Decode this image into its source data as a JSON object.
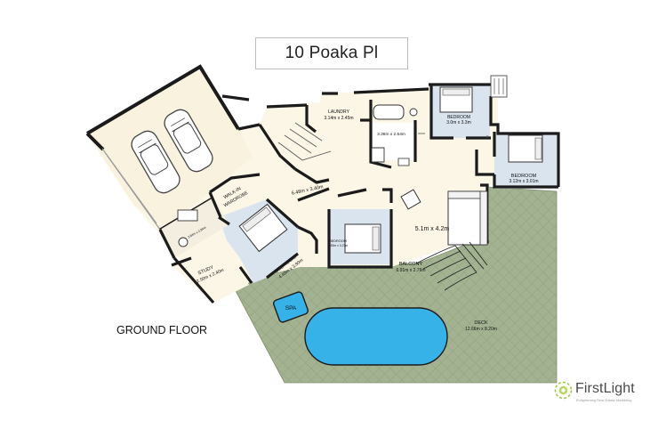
{
  "title": "10 Poaka Pl",
  "floor_label": "GROUND FLOOR",
  "rooms": {
    "laundry": {
      "name": "LAUNDRY",
      "size": "3.14m x 2.45m"
    },
    "bathroom": {
      "size": "3.36m x 2.54m"
    },
    "bedroom_top": {
      "name": "BEDROOM",
      "size": "3.0m x 3.3m"
    },
    "bedroom_right": {
      "name": "BEDROOM",
      "size": "3.12m x 3.01m"
    },
    "hall": {
      "size": "6.48m x 3.40m"
    },
    "walkin": {
      "line1": "WALK-IN",
      "line2": "WARDROBE"
    },
    "living": {
      "size": "5.1m x 4.2m"
    },
    "bedroom_small": {
      "name": "BEDROOM",
      "size": "3.52m x 3.27m"
    },
    "balcony": {
      "name": "BALCONY",
      "size": "6.91m x 2.76m"
    },
    "master": {
      "name": "BEDROOM",
      "size": "4.40m x 3.90m"
    },
    "study": {
      "name": "STUDY",
      "size": "2.50m x 2.40m"
    },
    "ensuite": {
      "size": "2.84m x 2.84m"
    },
    "spa": {
      "name": "SPA"
    },
    "deck": {
      "name": "DECK",
      "size": "12.66m x 8.20m"
    }
  },
  "logo": {
    "name": "FirstLight",
    "tagline": "Enlightening Real Estate Marketing"
  },
  "colors": {
    "floor": "#fbf6e6",
    "room_blue": "#d9e4ef",
    "deck_green": "#9eaf8d",
    "pool_blue": "#36b2e8",
    "wall": "#1b1b1b",
    "logo_green": "#9cc83c"
  }
}
